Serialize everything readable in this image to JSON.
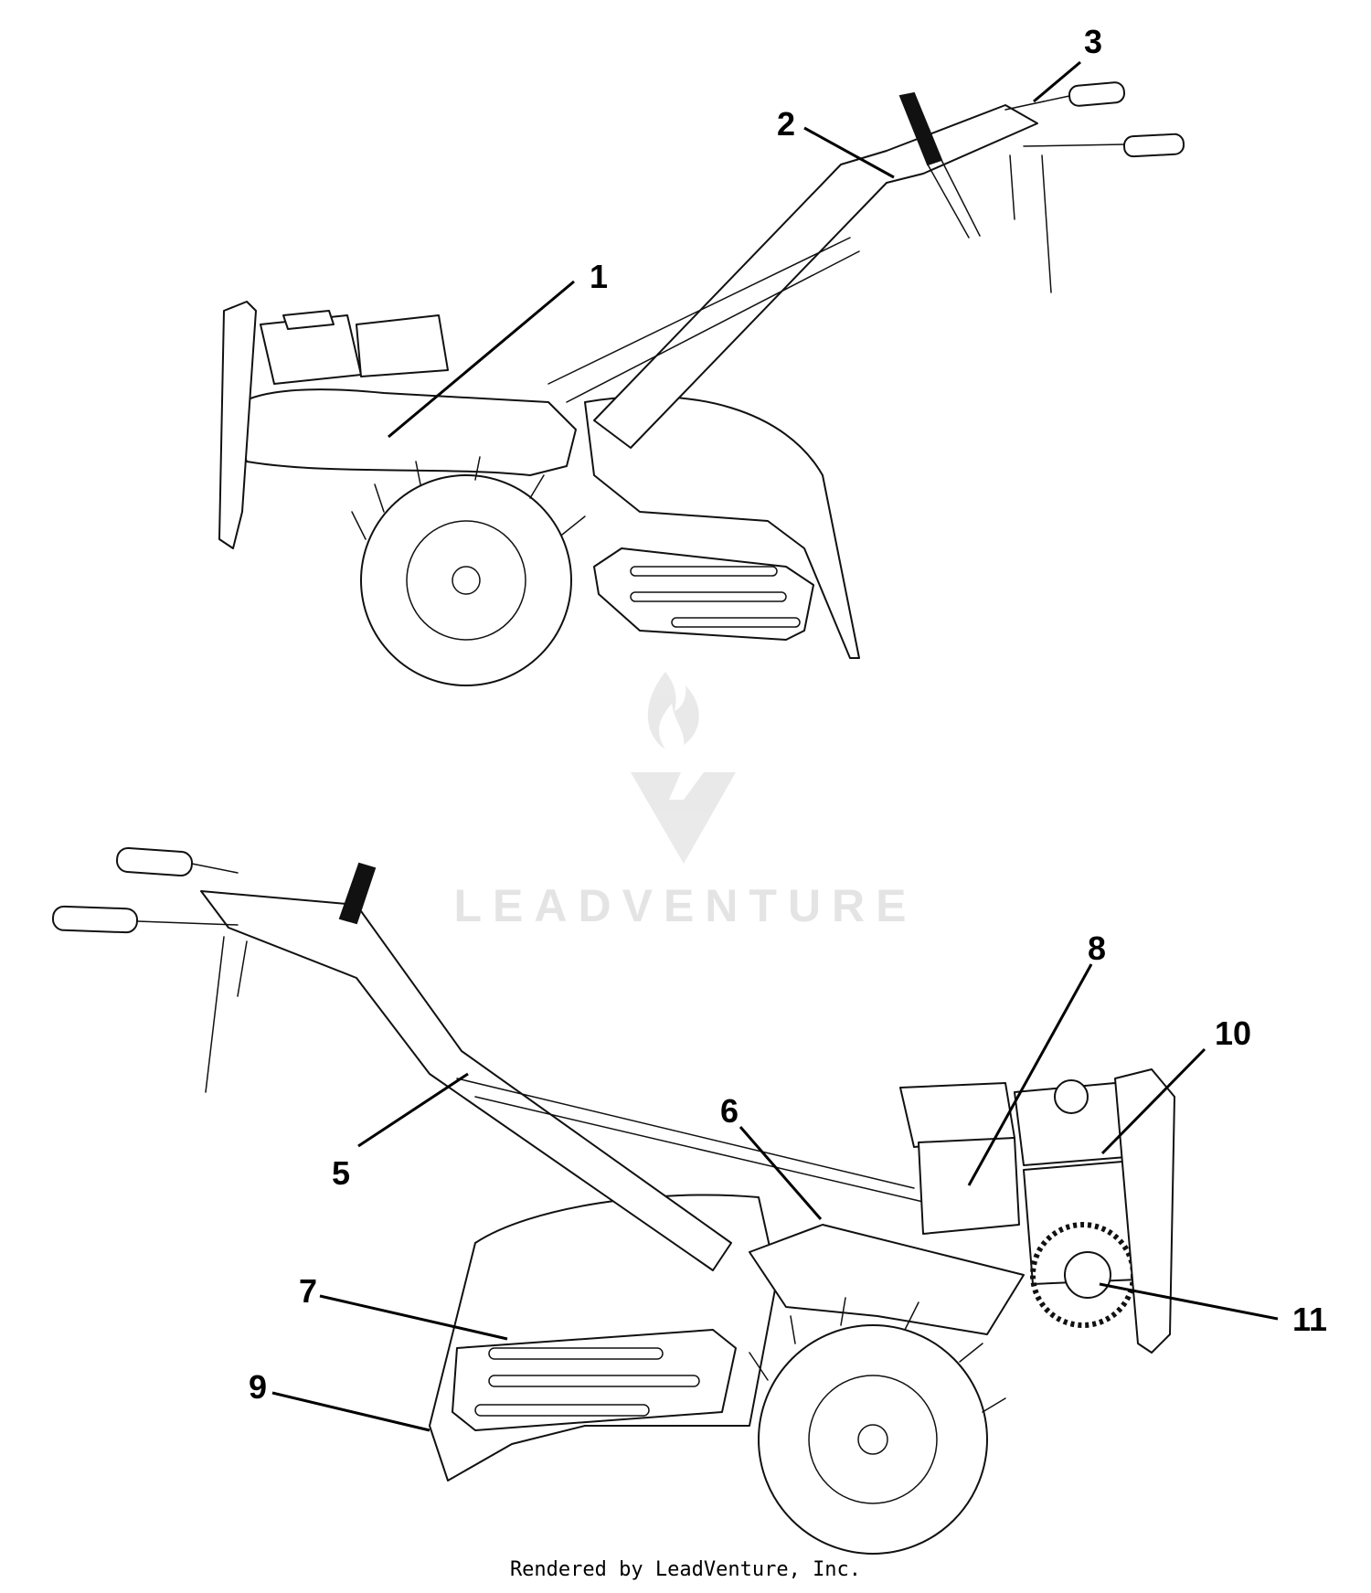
{
  "callouts": [
    {
      "num": "1"
    },
    {
      "num": "2"
    },
    {
      "num": "3"
    },
    {
      "num": "5"
    },
    {
      "num": "6"
    },
    {
      "num": "7"
    },
    {
      "num": "8"
    },
    {
      "num": "9"
    },
    {
      "num": "10"
    },
    {
      "num": "11"
    }
  ],
  "watermark": {
    "text": "LEADVENTURE"
  },
  "footer": {
    "text": "Rendered by LeadVenture, Inc."
  }
}
